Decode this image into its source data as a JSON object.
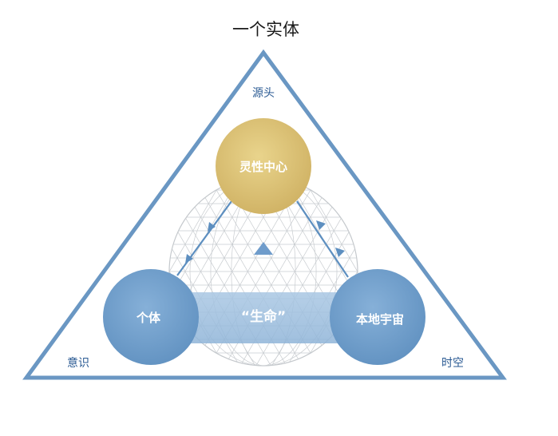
{
  "title": "一个实体",
  "corners": {
    "top": "源头",
    "bottom_left": "意识",
    "bottom_right": "时空"
  },
  "nodes": {
    "top": "灵性中心",
    "left": "个体",
    "right": "本地宇宙"
  },
  "band_label": "“生命”",
  "colors": {
    "triangle_stroke": "#6a97c3",
    "gold_node": "#d9bf72",
    "blue_node": "#6e9dc9",
    "band": "#9dbedd",
    "sphere_mesh": "#c4c8cc",
    "corner_text": "#2a5a93"
  }
}
